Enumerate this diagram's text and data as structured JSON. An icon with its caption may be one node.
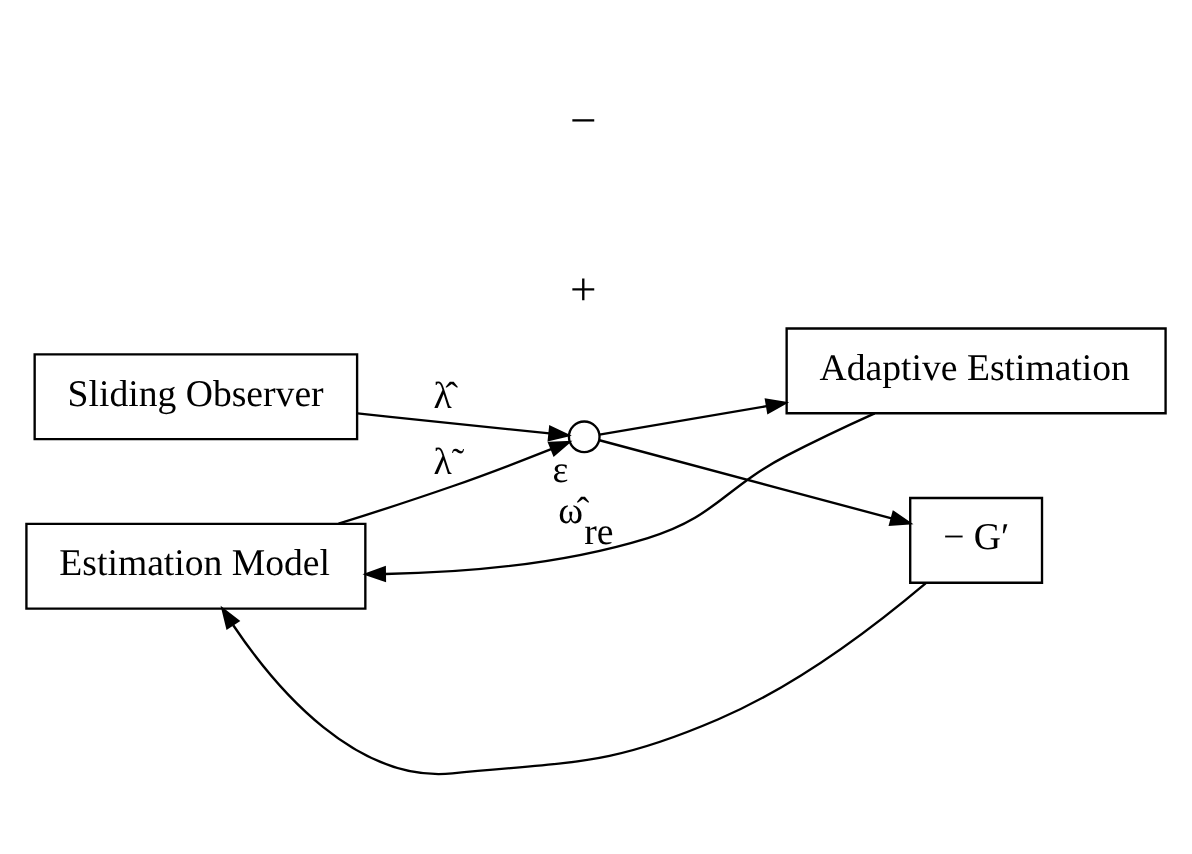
{
  "diagram": {
    "nodes": [
      {
        "text": [
          "Sliding Observer"
        ]
      },
      {
        "text": [
          "Estimation Model"
        ]
      },
      {
        "text": [],
        "shape": "circle",
        "beside": [
          "ε"
        ]
      },
      {
        "text": [
          "Adaptive Estimation"
        ]
      },
      {
        "text": [
          "− G′"
        ]
      }
    ],
    "edges": [
      {
        "from": 0,
        "to": 2,
        "arrow": "to",
        "label": "λ̂"
      },
      {
        "from": 1,
        "to": 2,
        "arrow": "to",
        "label": "λ̃"
      },
      {
        "from": 2,
        "to": 3,
        "arrow": "to"
      },
      {
        "from": 2,
        "to": 4,
        "arrow": "to"
      },
      {
        "from": 4,
        "to": 1,
        "arrow": "to"
      },
      {
        "from": 3,
        "to": 1,
        "arrow": "to",
        "label": "ω̂$_{re}$"
      }
    ],
    "labels": [
      "+",
      "−"
    ]
  }
}
